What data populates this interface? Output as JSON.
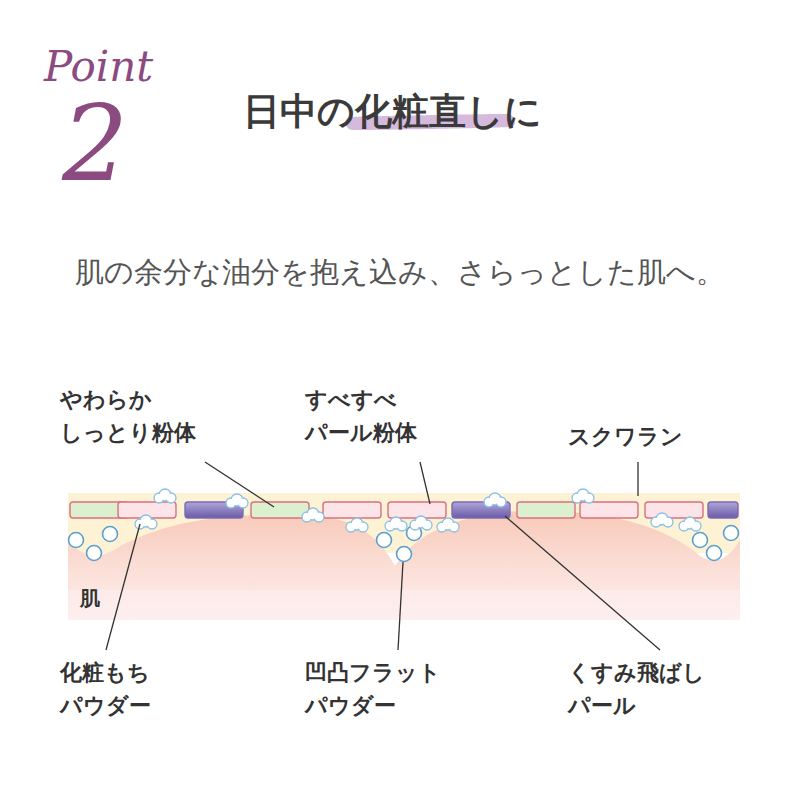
{
  "diagram": {
    "title": "日中の化粧直しに",
    "labels": [
      "Point",
      "2",
      "肌の余分な油分を抱え込み、さらっとした肌へ。",
      "やわらか しっとり粉体",
      "すべすべ パール粉体",
      "スクワラン",
      "肌",
      "化粧もち パウダー",
      "凹凸フラット パウダー",
      "くすみ飛ばし パール"
    ]
  }
}
